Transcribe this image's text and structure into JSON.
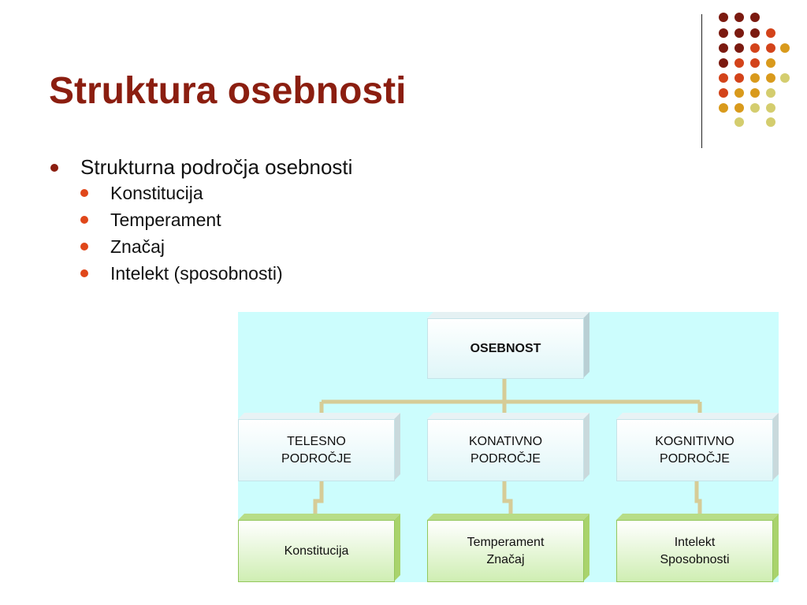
{
  "slide": {
    "title": "Struktura osebnosti"
  },
  "bullets": {
    "main": "Strukturna področja osebnosti",
    "items": [
      "Konstitucija",
      "Temperament",
      "Značaj",
      "Intelekt (sposobnosti)"
    ]
  },
  "diagram": {
    "root": "OSEBNOST",
    "areas": [
      {
        "label": "TELESNO\nPODROČJE",
        "child": "Konstitucija"
      },
      {
        "label": "KONATIVNO\nPODROČJE",
        "child": "Temperament\nZnačaj"
      },
      {
        "label": "KOGNITIVNO\nPODROČJE",
        "child": "Intelekt\nSposobnosti"
      }
    ]
  },
  "colors": {
    "title": "#8b1e10",
    "bullet_level1": "#8b1e10",
    "bullet_level2": "#e0471a",
    "diagram_bg": "#ccfdfd",
    "connector": "#d6cc97",
    "dot_palette": [
      "#7b1a10",
      "#d3431a",
      "#d99a1c",
      "#d4cd6e"
    ]
  }
}
